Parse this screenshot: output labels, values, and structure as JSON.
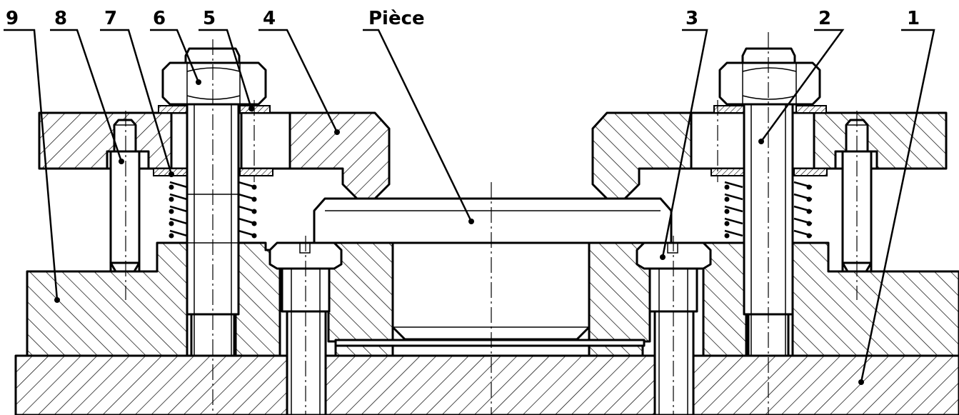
{
  "labels": {
    "l9": "9",
    "l8": "8",
    "l7": "7",
    "l6": "6",
    "l5": "5",
    "l4": "4",
    "piece": "Pièce",
    "l3": "3",
    "l2": "2",
    "l1": "1"
  },
  "colors": {
    "ink": "#000000",
    "paper": "#ffffff"
  }
}
